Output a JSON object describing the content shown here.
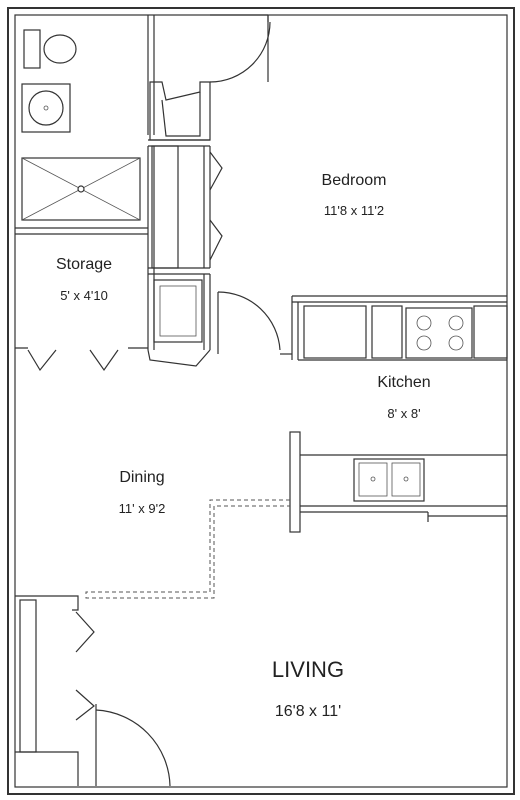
{
  "rooms": {
    "bedroom": {
      "name": "Bedroom",
      "size": "11'8 x 11'2"
    },
    "storage": {
      "name": "Storage",
      "size": "5' x 4'10"
    },
    "kitchen": {
      "name": "Kitchen",
      "size": "8' x 8'"
    },
    "dining": {
      "name": "Dining",
      "size": "11' x 9'2"
    },
    "living": {
      "name": "LIVING",
      "size": "16'8 x 11'"
    }
  },
  "icons": {
    "toilet": "toilet-icon",
    "sink": "bathroom-sink-icon",
    "shower": "shower-icon",
    "stove": "stove-icon",
    "kitchen_sink": "kitchen-sink-icon",
    "closet_doors": "bifold-door-icon",
    "door_swings": "door-swing-icon"
  }
}
